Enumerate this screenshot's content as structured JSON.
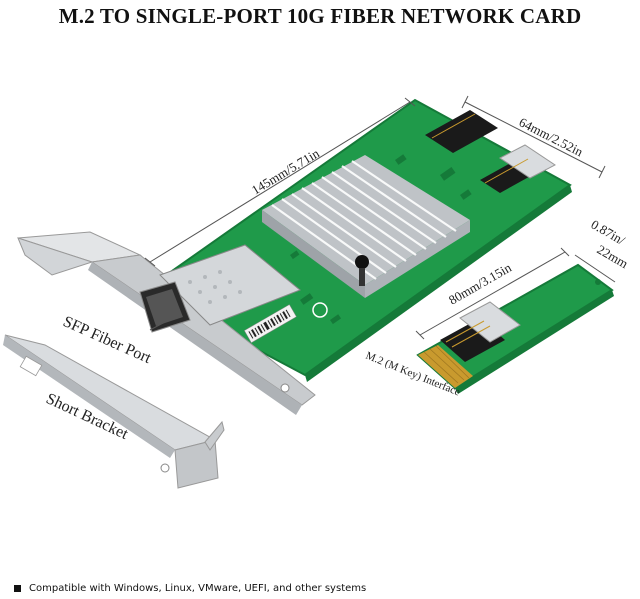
{
  "title": "M.2 TO SINGLE-PORT 10G FIBER NETWORK CARD",
  "dimensions": {
    "card_length": "145mm/5.71in",
    "card_height": "64mm/2.52in",
    "m2_length": "80mm/3.15in",
    "m2_width_in": "0.87in/",
    "m2_width_mm": "22mm"
  },
  "labels": {
    "sfp_port": "SFP Fiber Port",
    "short_bracket": "Short Bracket",
    "m2_interface": "M.2 (M Key) Interface"
  },
  "footer": {
    "text": "Compatible with Windows, Linux, VMware, UEFI, and other systems"
  },
  "colors": {
    "pcb": "#1f9a4a",
    "pcb_dark": "#157a39",
    "heatsink": "#d9dcdf",
    "bracket": "#c8cbce",
    "gold": "#c99a2e"
  }
}
